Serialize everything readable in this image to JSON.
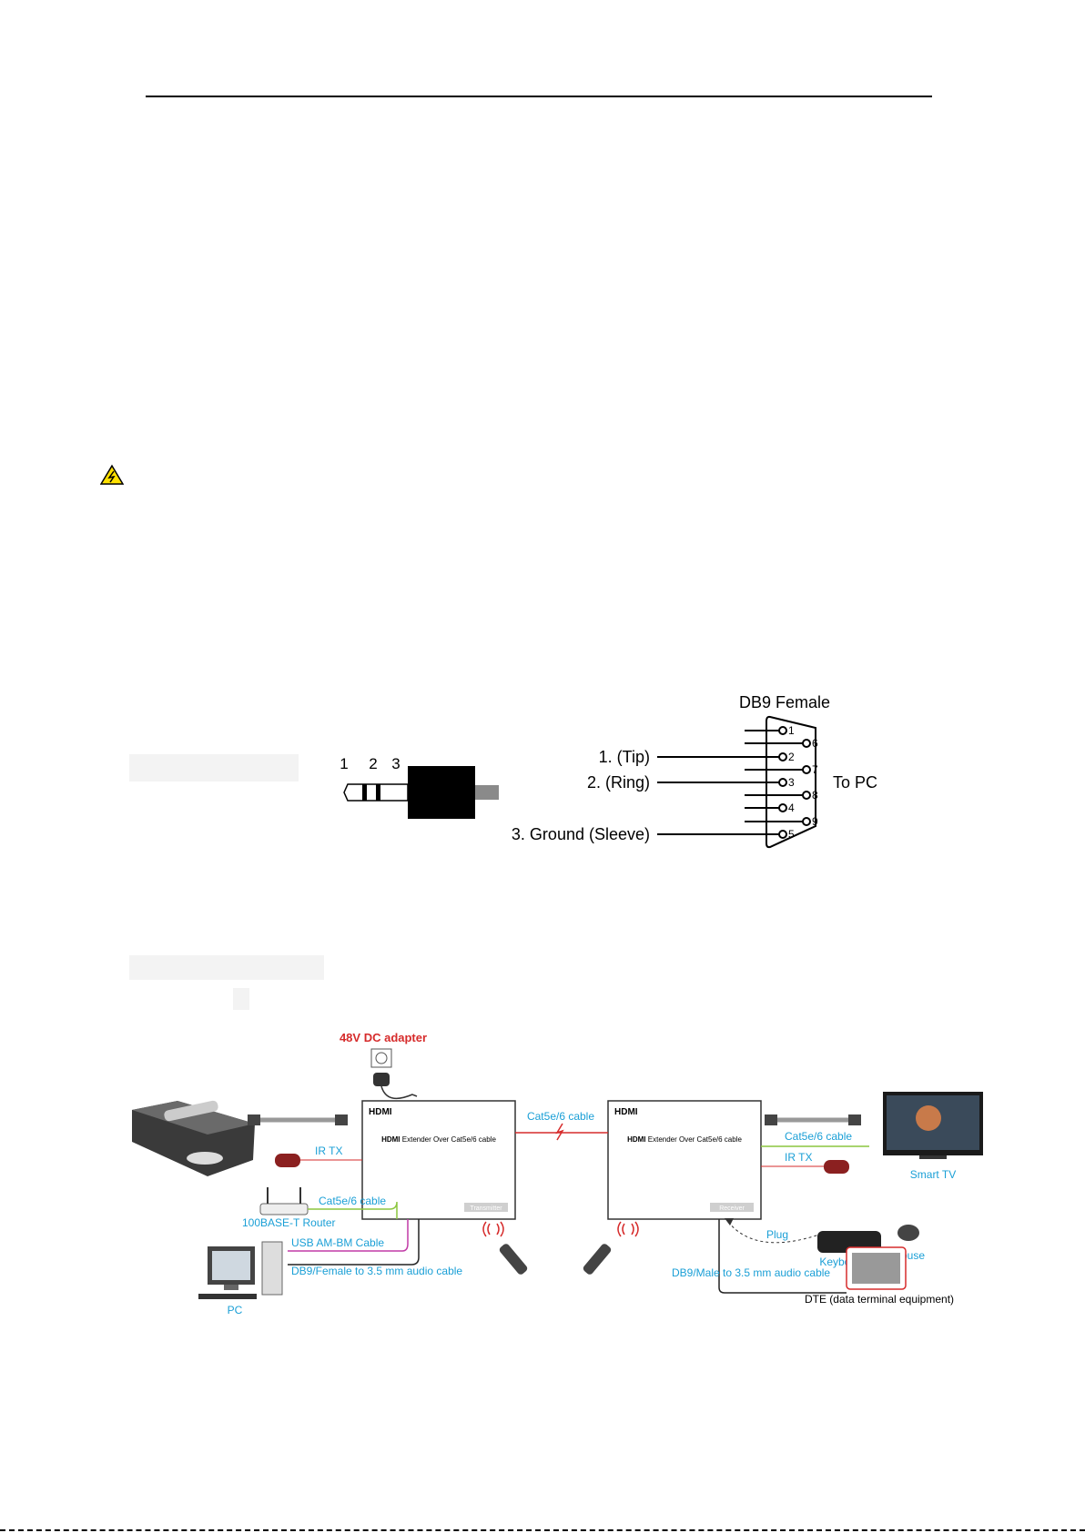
{
  "pinout": {
    "db9_title": "DB9 Female",
    "jack_numbers": [
      "1",
      "2",
      "3"
    ],
    "wire_labels": [
      "1. (Tip)",
      "2. (Ring)",
      "3. Ground (Sleeve)"
    ],
    "pins": [
      "1",
      "6",
      "2",
      "7",
      "3",
      "8",
      "4",
      "9",
      "5"
    ],
    "to_pc": "To PC"
  },
  "diagram": {
    "adapter": "48V DC adapter",
    "transmitter_logo": "HDMI",
    "transmitter_title_bold": "HDMI",
    "transmitter_title": " Extender Over Cat5e/6 cable",
    "transmitter_badge": "Transmitter",
    "receiver_logo": "HDMI",
    "receiver_title_bold": "HDMI",
    "receiver_title": " Extender Over Cat5e/6 cable",
    "receiver_badge": "Receiver",
    "link_cable": "Cat5e/6 cable",
    "ir_tx_left": "IR TX",
    "cat_left": "Cat5e/6 cable",
    "router": "100BASE-T Router",
    "usb": "USB AM-BM Cable",
    "db9_female_cable": "DB9/Female to 3.5 mm audio cable",
    "pc": "PC",
    "cat_right": "Cat5e/6 cable",
    "ir_tx_right": "IR TX",
    "smart_tv": "Smart TV",
    "plug": "Plug",
    "keyboard": "Keyboard",
    "mouse": "Mouse",
    "db9_male_cable": "DB9/Male to 3.5 mm audio cable",
    "dte": "DTE (data terminal equipment)"
  },
  "colors": {
    "cyan": "#1a9fd6",
    "red": "#d62b2b",
    "green": "#8cc63f",
    "magenta": "#c03aa6"
  },
  "icons": [
    "warning-icon"
  ]
}
